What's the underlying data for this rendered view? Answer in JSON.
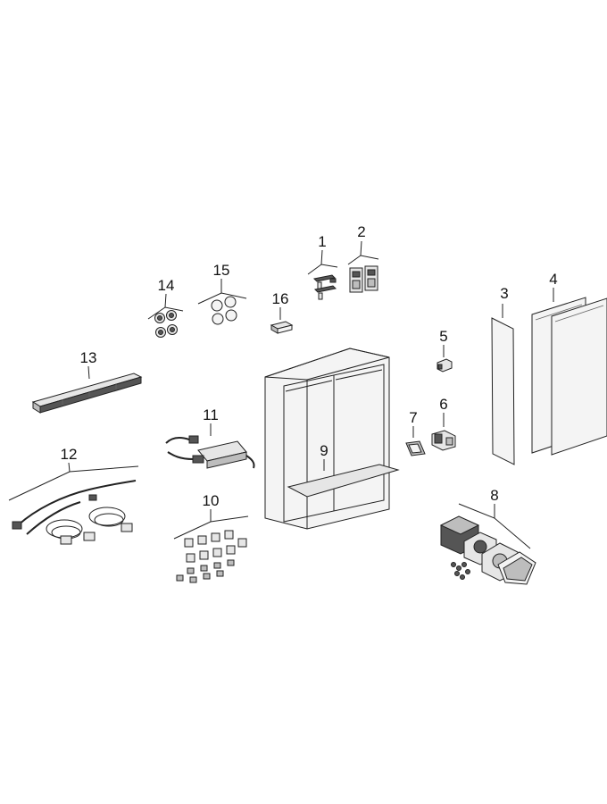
{
  "parts": [
    {
      "id": "1",
      "label": "1"
    },
    {
      "id": "2",
      "label": "2"
    },
    {
      "id": "3",
      "label": "3"
    },
    {
      "id": "4",
      "label": "4"
    },
    {
      "id": "5",
      "label": "5"
    },
    {
      "id": "6",
      "label": "6"
    },
    {
      "id": "7",
      "label": "7"
    },
    {
      "id": "8",
      "label": "8"
    },
    {
      "id": "9",
      "label": "9"
    },
    {
      "id": "10",
      "label": "10"
    },
    {
      "id": "11",
      "label": "11"
    },
    {
      "id": "12",
      "label": "12"
    },
    {
      "id": "13",
      "label": "13"
    },
    {
      "id": "14",
      "label": "14"
    },
    {
      "id": "15",
      "label": "15"
    },
    {
      "id": "16",
      "label": "16"
    }
  ]
}
